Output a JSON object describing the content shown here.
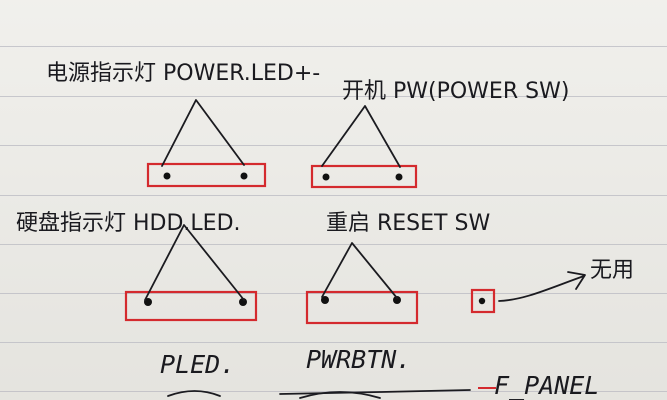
{
  "labels": {
    "power_led": "电源指示灯 POWER.LED+-",
    "power_sw": "开机 PW(POWER SW)",
    "hdd_led": "硬盘指示灯 HDD.LED.",
    "reset_sw": "重启 RESET SW",
    "no_use": "无用",
    "pled": "PLED.",
    "pwrbtn": "PWRBTN.",
    "f_panel": "F_PANEL"
  },
  "colors": {
    "paper": "#ecebe6",
    "ink": "#1b1b20",
    "pin_frame": "#d42a2e",
    "rule": "#b9b9c2"
  }
}
